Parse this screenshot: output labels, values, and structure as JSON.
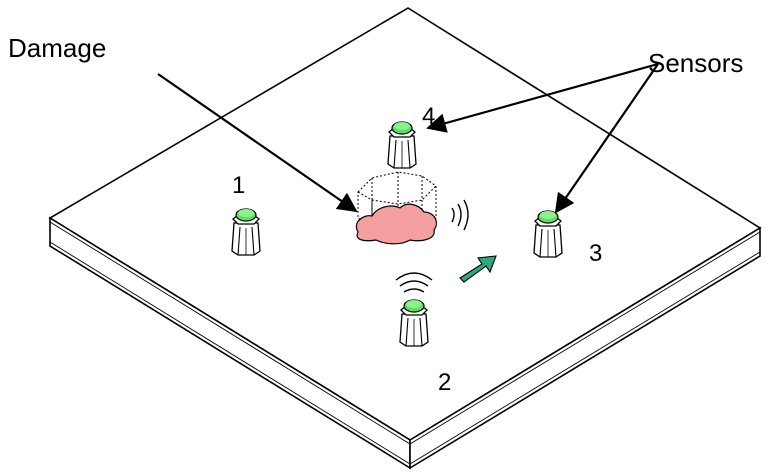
{
  "labels": {
    "damage": "Damage",
    "sensors": "Sensors"
  },
  "sensors": [
    {
      "id": "1"
    },
    {
      "id": "2"
    },
    {
      "id": "3"
    },
    {
      "id": "4"
    }
  ],
  "colors": {
    "sensor_cap": "#5ee05e",
    "damage_fill": "#f4a0a0",
    "arrow_fill": "#2aa87e",
    "outline": "#000000"
  }
}
